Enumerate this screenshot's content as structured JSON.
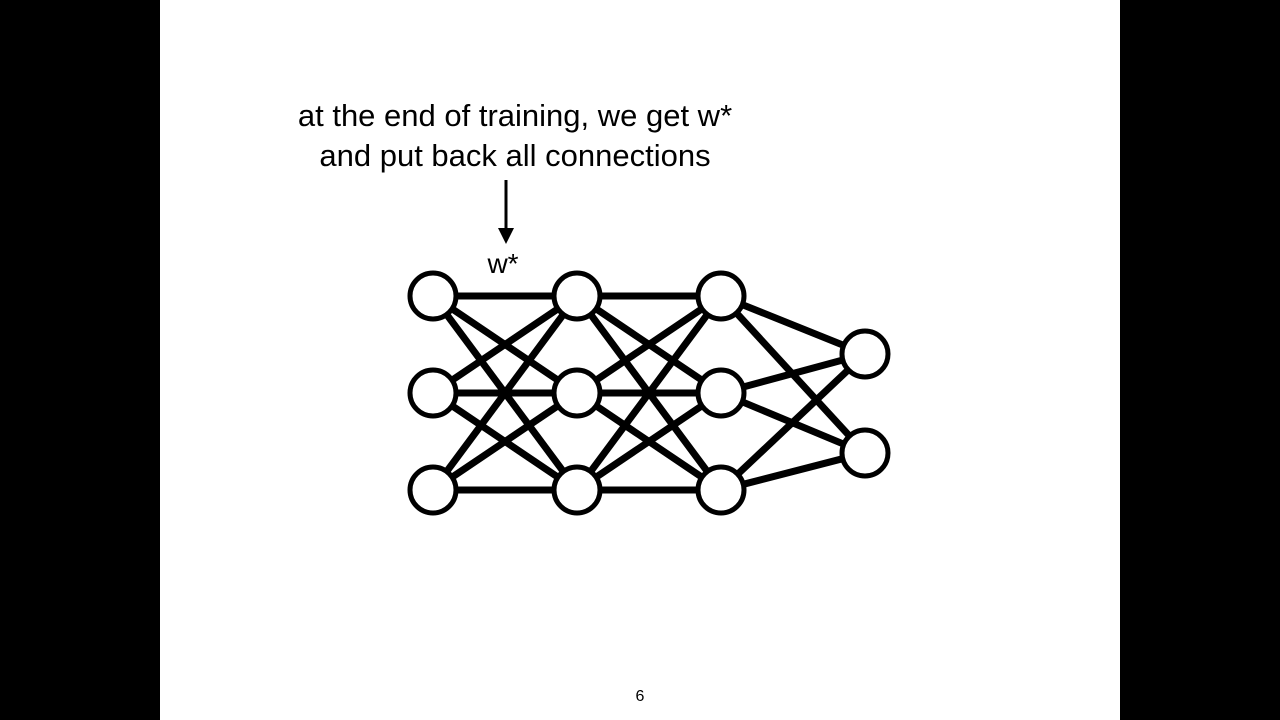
{
  "slide": {
    "caption_lines": [
      "at the end of training, we get w*",
      "and put back all connections"
    ],
    "weight_label": "w*",
    "page_number": "6"
  },
  "colors": {
    "background": "#000000",
    "slide": "#ffffff",
    "ink": "#000000"
  },
  "network": {
    "layers": [
      {
        "name": "layer-1",
        "neurons": 3
      },
      {
        "name": "layer-2",
        "neurons": 3
      },
      {
        "name": "layer-3",
        "neurons": 3
      },
      {
        "name": "layer-4",
        "neurons": 2
      }
    ],
    "connectivity": "fully-connected",
    "highlighted_connection": {
      "from_layer": 1,
      "from_neuron": 1,
      "to_layer": 2,
      "to_neuron": 1
    }
  }
}
